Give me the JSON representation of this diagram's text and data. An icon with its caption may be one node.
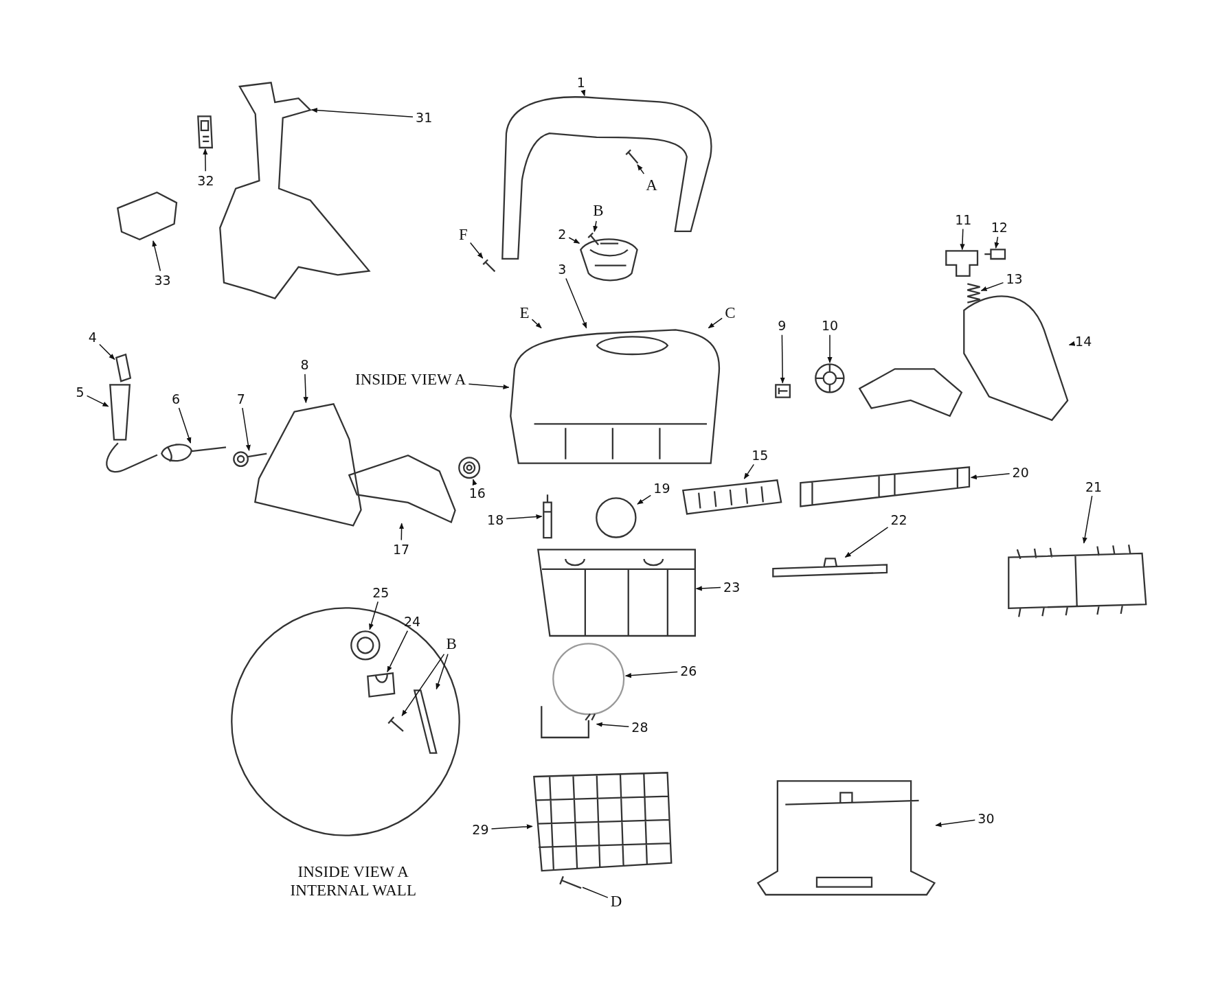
{
  "diagram": {
    "nodes": [
      {
        "text": [
          "1"
        ]
      },
      {
        "text": [
          "31"
        ]
      },
      {
        "text": [
          "32"
        ]
      },
      {
        "text": [
          "A"
        ]
      },
      {
        "text": [
          "B"
        ]
      },
      {
        "text": [
          "F"
        ]
      },
      {
        "text": [
          "2"
        ]
      },
      {
        "text": [
          "11"
        ]
      },
      {
        "text": [
          "12"
        ]
      },
      {
        "text": [
          "33"
        ]
      },
      {
        "text": [
          "13"
        ]
      },
      {
        "text": [
          "3"
        ]
      },
      {
        "text": [
          "E"
        ]
      },
      {
        "text": [
          "C"
        ]
      },
      {
        "text": [
          "9"
        ]
      },
      {
        "text": [
          "10"
        ]
      },
      {
        "text": [
          "4"
        ]
      },
      {
        "text": [
          "8"
        ]
      },
      {
        "text": [
          "14"
        ]
      },
      {
        "text": [
          "INSIDE VIEW A"
        ]
      },
      {
        "text": [
          "5"
        ]
      },
      {
        "text": [
          "6"
        ]
      },
      {
        "text": [
          "7"
        ]
      },
      {
        "text": [
          "15"
        ]
      },
      {
        "text": [
          "20"
        ]
      },
      {
        "text": [
          "21"
        ]
      },
      {
        "text": [
          "16"
        ]
      },
      {
        "text": [
          "19"
        ]
      },
      {
        "text": [
          "18"
        ]
      },
      {
        "text": [
          "22"
        ]
      },
      {
        "text": [
          "17"
        ]
      },
      {
        "text": [
          "23"
        ]
      },
      {
        "text": [
          "25"
        ]
      },
      {
        "text": [
          "24"
        ]
      },
      {
        "text": [
          "B"
        ]
      },
      {
        "text": [
          "26"
        ]
      },
      {
        "text": [
          "28"
        ]
      },
      {
        "text": [
          "30"
        ]
      },
      {
        "text": [
          "29"
        ]
      },
      {
        "text": [
          "D"
        ]
      },
      {
        "text": [],
        "shape": "picture"
      },
      {
        "text": [],
        "shape": "picture"
      },
      {
        "text": [],
        "shape": "picture"
      },
      {
        "text": [],
        "shape": "picture"
      },
      {
        "text": [],
        "shape": "picture"
      },
      {
        "text": [],
        "shape": "picture"
      },
      {
        "text": [],
        "shape": "picture"
      },
      {
        "text": [],
        "shape": "picture"
      },
      {
        "text": [],
        "shape": "picture"
      },
      {
        "text": [],
        "shape": "picture"
      },
      {
        "text": [],
        "shape": "picture"
      },
      {
        "text": [],
        "shape": "picture"
      },
      {
        "text": [],
        "shape": "picture"
      },
      {
        "text": [],
        "shape": "picture"
      },
      {
        "text": [],
        "shape": "picture"
      },
      {
        "text": [],
        "shape": "picture"
      },
      {
        "text": [],
        "shape": "picture"
      },
      {
        "text": [],
        "shape": "picture"
      },
      {
        "text": [],
        "shape": "picture"
      },
      {
        "text": [],
        "shape": "picture"
      },
      {
        "text": [],
        "shape": "picture"
      },
      {
        "text": [],
        "shape": "picture"
      },
      {
        "text": [],
        "shape": "picture"
      },
      {
        "text": [],
        "shape": "picture"
      },
      {
        "text": [],
        "shape": "picture"
      },
      {
        "text": [],
        "shape": "circle"
      },
      {
        "text": [],
        "shape": "picture"
      },
      {
        "text": [],
        "shape": "picture"
      },
      {
        "text": [],
        "shape": "picture"
      },
      {
        "text": [],
        "shape": "picture"
      },
      {
        "text": [],
        "shape": "picture"
      },
      {
        "text": [],
        "shape": "circle"
      },
      {
        "text": [],
        "shape": "picture",
        "in": 71
      },
      {
        "text": [],
        "shape": "picture",
        "in": 71
      },
      {
        "text": [],
        "shape": "picture",
        "in": 71
      },
      {
        "text": [],
        "shape": "picture",
        "in": 71
      },
      {
        "text": [],
        "shape": "circle"
      },
      {
        "text": [],
        "shape": "picture"
      },
      {
        "text": [],
        "shape": "picture"
      },
      {
        "text": [],
        "shape": "picture"
      },
      {
        "text": [],
        "shape": "picture"
      }
    ],
    "edges": [
      {
        "from": 0,
        "to": 40,
        "arrow": "to"
      },
      {
        "from": 1,
        "to": 45,
        "arrow": "to"
      },
      {
        "from": 2,
        "to": 46,
        "arrow": "to"
      },
      {
        "from": 3,
        "to": 41,
        "arrow": "to"
      },
      {
        "from": 4,
        "to": 42,
        "arrow": "to"
      },
      {
        "from": 5,
        "to": 43,
        "arrow": "to"
      },
      {
        "from": 6,
        "to": 44,
        "arrow": "to"
      },
      {
        "from": 7,
        "to": 48,
        "arrow": "to"
      },
      {
        "from": 8,
        "to": 49,
        "arrow": "to"
      },
      {
        "from": 9,
        "to": 47,
        "arrow": "to"
      },
      {
        "from": 10,
        "to": 50,
        "arrow": "to"
      },
      {
        "from": 11,
        "to": 51,
        "arrow": "to"
      },
      {
        "from": 12,
        "to": 51,
        "arrow": "to"
      },
      {
        "from": 13,
        "to": 51,
        "arrow": "to"
      },
      {
        "from": 14,
        "to": 52,
        "arrow": "to"
      },
      {
        "from": 15,
        "to": 53,
        "arrow": "to"
      },
      {
        "from": 16,
        "to": 56,
        "arrow": "to"
      },
      {
        "from": 17,
        "to": 61,
        "arrow": "to"
      },
      {
        "from": 18,
        "to": 55,
        "arrow": "to"
      },
      {
        "from": 19,
        "to": 51,
        "arrow": "to"
      },
      {
        "from": 20,
        "to": 57,
        "arrow": "to"
      },
      {
        "from": 21,
        "to": 59,
        "arrow": "to"
      },
      {
        "from": 22,
        "to": 60,
        "arrow": "to"
      },
      {
        "from": 23,
        "to": 66,
        "arrow": "to"
      },
      {
        "from": 24,
        "to": 67,
        "arrow": "to"
      },
      {
        "from": 25,
        "to": 68,
        "arrow": "to"
      },
      {
        "from": 26,
        "to": 63,
        "arrow": "to"
      },
      {
        "from": 27,
        "to": 65,
        "arrow": "to"
      },
      {
        "from": 28,
        "to": 64,
        "arrow": "to"
      },
      {
        "from": 29,
        "to": 69,
        "arrow": "to"
      },
      {
        "from": 30,
        "to": 62,
        "arrow": "to"
      },
      {
        "from": 31,
        "to": 70,
        "arrow": "to"
      },
      {
        "from": 32,
        "to": 72,
        "arrow": "to"
      },
      {
        "from": 33,
        "to": 73,
        "arrow": "to"
      },
      {
        "from": 34,
        "to": 74,
        "arrow": "to"
      },
      {
        "from": 34,
        "to": 75,
        "arrow": "to"
      },
      {
        "from": 35,
        "to": 76,
        "arrow": "to"
      },
      {
        "from": 36,
        "to": 77,
        "arrow": "to"
      },
      {
        "from": 37,
        "to": 80,
        "arrow": "to"
      },
      {
        "from": 38,
        "to": 78,
        "arrow": "to"
      },
      {
        "from": 39,
        "to": 79,
        "arrow": "none"
      }
    ],
    "labels": [
      "INSIDE VIEW A INTERNAL WALL"
    ]
  }
}
